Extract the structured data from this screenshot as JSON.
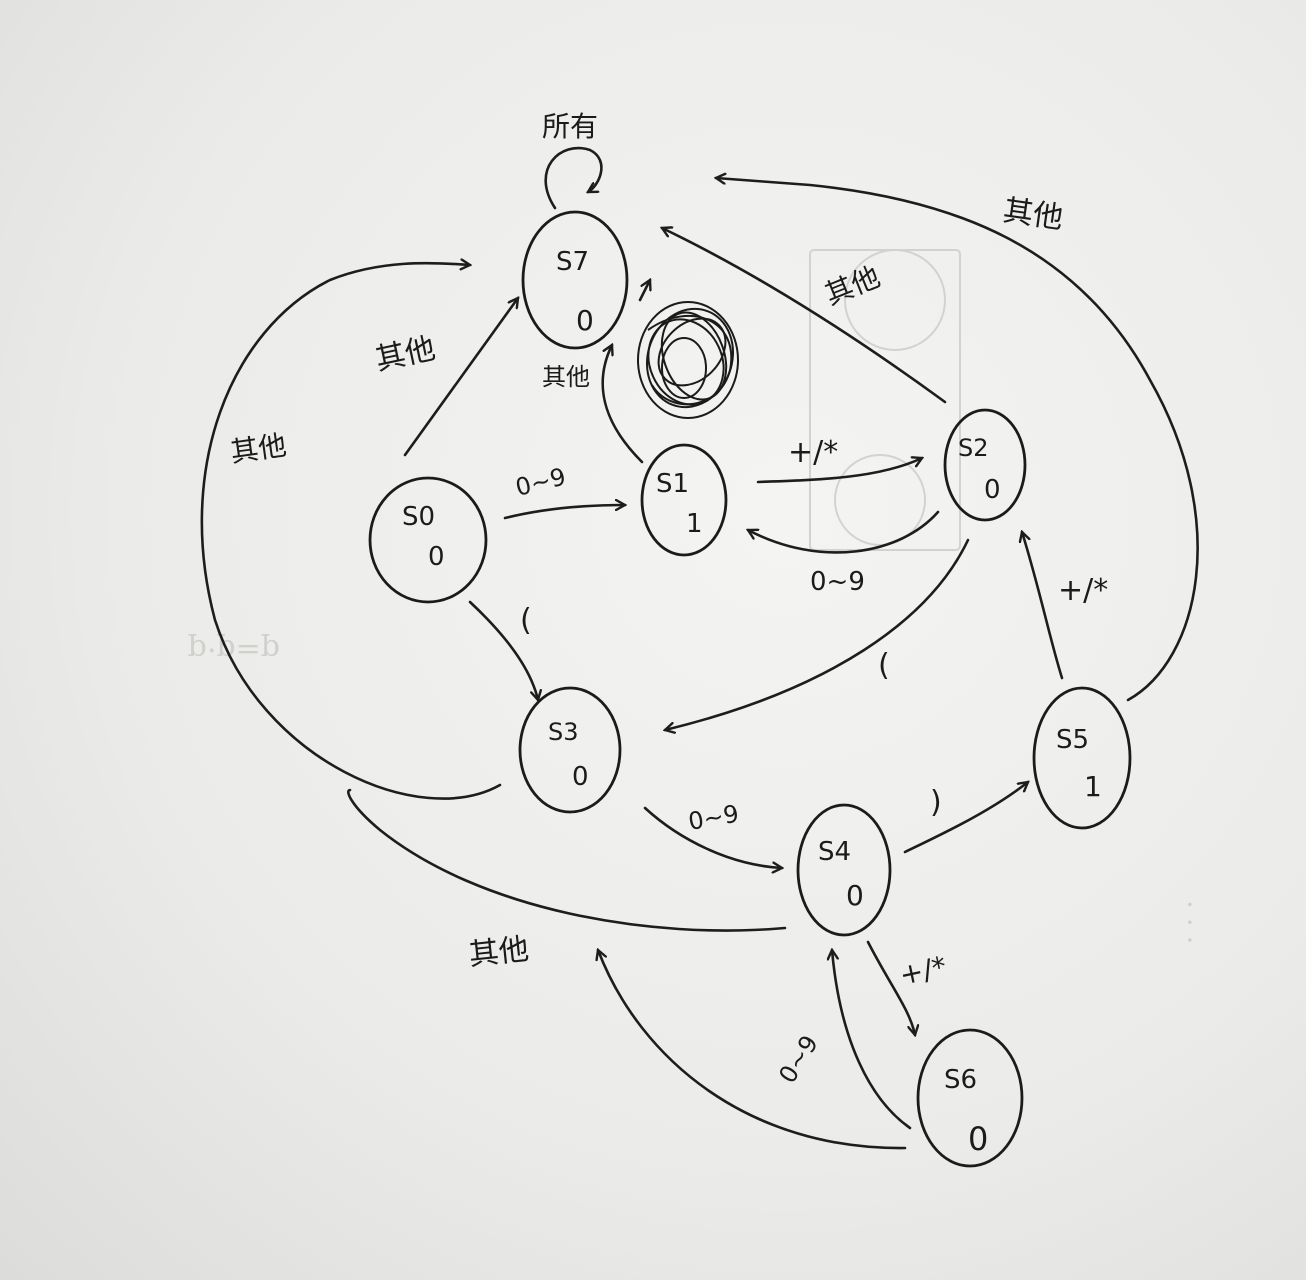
{
  "states": [
    {
      "id": "s0",
      "name": "S0",
      "output": "0"
    },
    {
      "id": "s1",
      "name": "S1",
      "output": "1"
    },
    {
      "id": "s2",
      "name": "S2",
      "output": "0"
    },
    {
      "id": "s3",
      "name": "S3",
      "output": "0"
    },
    {
      "id": "s4",
      "name": "S4",
      "output": "0"
    },
    {
      "id": "s5",
      "name": "S5",
      "output": "1"
    },
    {
      "id": "s6",
      "name": "S6",
      "output": "0"
    },
    {
      "id": "s7",
      "name": "S7",
      "output": "0"
    }
  ],
  "transitions": [
    {
      "id": "s7_self",
      "label": "所有"
    },
    {
      "id": "s0_s7",
      "label": "其他"
    },
    {
      "id": "s0_s7_outer",
      "label": "其他"
    },
    {
      "id": "s0_s1",
      "label": "0~9"
    },
    {
      "id": "s0_s3",
      "label": "("
    },
    {
      "id": "s1_s7",
      "label": "其他"
    },
    {
      "id": "s1_s2",
      "label": "+/*"
    },
    {
      "id": "s2_s1",
      "label": "0~9"
    },
    {
      "id": "s2_s7",
      "label": "其他"
    },
    {
      "id": "s2_s3",
      "label": "("
    },
    {
      "id": "s3_s4",
      "label": "0~9"
    },
    {
      "id": "s4_s5",
      "label": ")"
    },
    {
      "id": "s4_s6",
      "label": "+/*"
    },
    {
      "id": "s6_s4",
      "label": "0~9"
    },
    {
      "id": "s5_s2",
      "label": "+/*"
    },
    {
      "id": "s5_s7",
      "label": "其他"
    },
    {
      "id": "s4_s7",
      "label": "其他"
    }
  ]
}
